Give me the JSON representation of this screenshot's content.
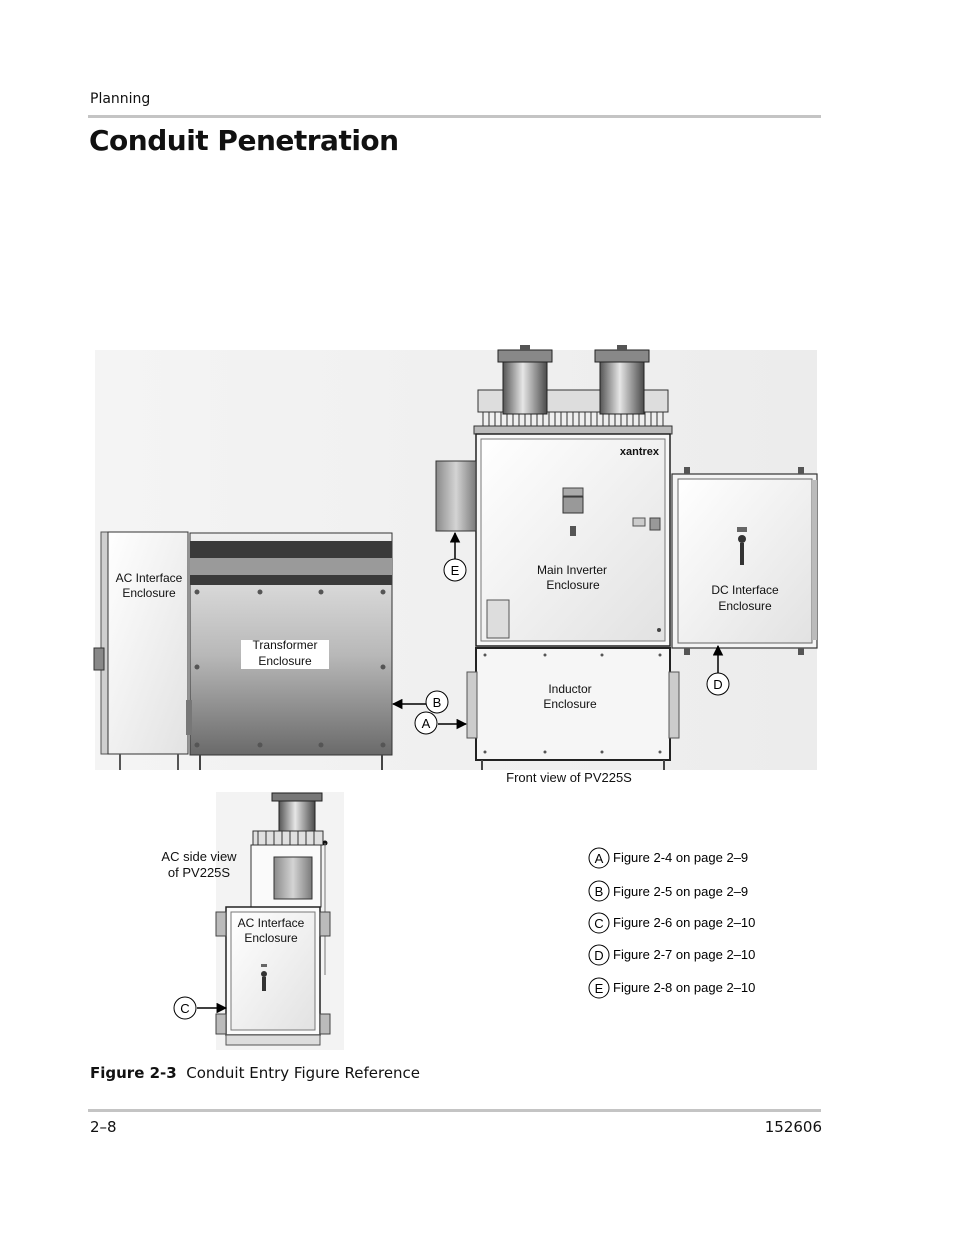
{
  "header": {
    "section": "Planning"
  },
  "page_title": "Conduit Penetration",
  "figure": {
    "brand": "xantrex",
    "labels": {
      "ac_interface": [
        "AC Interface",
        "Enclosure"
      ],
      "transformer": [
        "Transformer",
        "Enclosure"
      ],
      "main_inverter": [
        "Main Inverter",
        "Enclosure"
      ],
      "dc_interface": [
        "DC Interface",
        "Enclosure"
      ],
      "inductor": [
        "Inductor",
        "Enclosure"
      ],
      "front_view": "Front view of PV225S",
      "side_view": [
        "AC side view",
        "of PV225S"
      ],
      "side_ac_interface": [
        "AC Interface",
        "Enclosure"
      ]
    },
    "callouts": [
      "A",
      "B",
      "C",
      "D",
      "E"
    ],
    "legend": [
      {
        "letter": "A",
        "text": "Figure 2-4 on page 2–9"
      },
      {
        "letter": "B",
        "text": "Figure 2-5 on page 2–9"
      },
      {
        "letter": "C",
        "text": "Figure 2-6 on page 2–10"
      },
      {
        "letter": "D",
        "text": "Figure 2-7 on page 2–10"
      },
      {
        "letter": "E",
        "text": "Figure 2-8 on page 2–10"
      }
    ]
  },
  "caption": {
    "label": "Figure 2-3",
    "text": "Conduit Entry Figure Reference"
  },
  "footer": {
    "page": "2–8",
    "doc_number": "152606"
  }
}
